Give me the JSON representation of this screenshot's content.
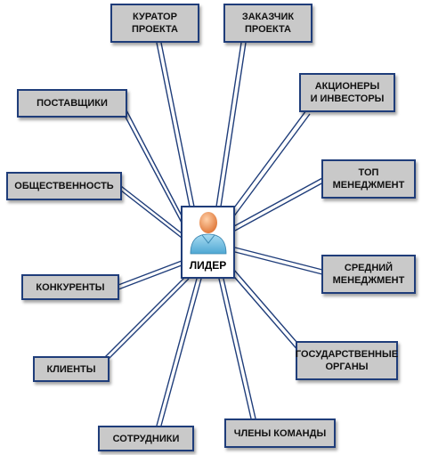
{
  "leader": {
    "label": "ЛИДЕР",
    "icon": "person-icon"
  },
  "stakeholders": {
    "curator": [
      "КУРАТОР",
      "ПРОЕКТА"
    ],
    "customer": [
      "ЗАКАЗЧИК",
      "ПРОЕКТА"
    ],
    "shareholders": [
      "АКЦИОНЕРЫ",
      "И ИНВЕСТОРЫ"
    ],
    "top_mgmt": [
      "ТОП",
      "МЕНЕДЖМЕНТ"
    ],
    "mid_mgmt": [
      "СРЕДНИЙ",
      "МЕНЕДЖМЕНТ"
    ],
    "government": [
      "ГОСУДАРСТВЕННЫЕ",
      "ОРГАНЫ"
    ],
    "team": [
      "ЧЛЕНЫ КОМАНДЫ"
    ],
    "staff": [
      "СОТРУДНИКИ"
    ],
    "clients": [
      "КЛИЕНТЫ"
    ],
    "competitors": [
      "КОНКУРЕНТЫ"
    ],
    "public": [
      "ОБЩЕСТВЕННОСТЬ"
    ],
    "suppliers": [
      "ПОСТАВЩИКИ"
    ]
  },
  "colors": {
    "box_fill": "#c9c9c9",
    "border": "#1f3d7a",
    "line": "#1f3d7a",
    "person": "#7cc6e8",
    "head": "#f0a070"
  }
}
